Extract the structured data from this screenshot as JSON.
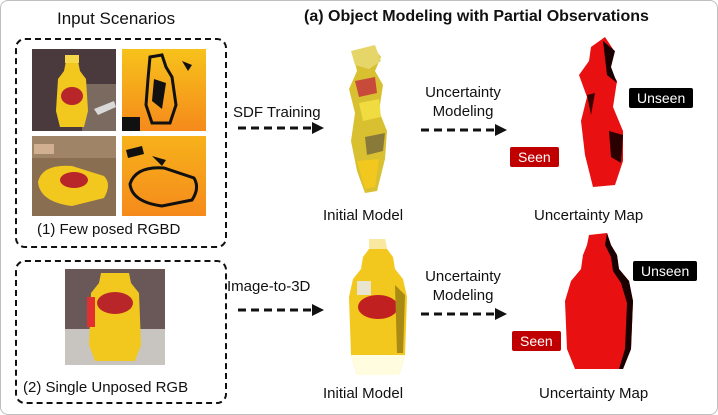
{
  "input_title": "Input Scenarios",
  "section_title": "(a) Object Modeling with Partial Observations",
  "scenario1": {
    "caption": "(1) Few posed RGBD",
    "step1": "SDF Training",
    "step1_output": "Initial Model",
    "step2_line1": "Uncertainty",
    "step2_line2": "Modeling",
    "step2_output": "Uncertainty Map",
    "seen": "Seen",
    "unseen": "Unseen"
  },
  "scenario2": {
    "caption": "(2) Single Unposed RGB",
    "step1": "Image-to-3D",
    "step1_output": "Initial Model",
    "step2_line1": "Uncertainty",
    "step2_line2": "Modeling",
    "step2_output": "Uncertainty Map",
    "seen": "Seen",
    "unseen": "Unseen"
  },
  "colors": {
    "seen_red": "#c00000",
    "unseen_black": "#000000",
    "mustard_yellow": "#f2c81e",
    "depth_orange": "#f7a21b"
  }
}
